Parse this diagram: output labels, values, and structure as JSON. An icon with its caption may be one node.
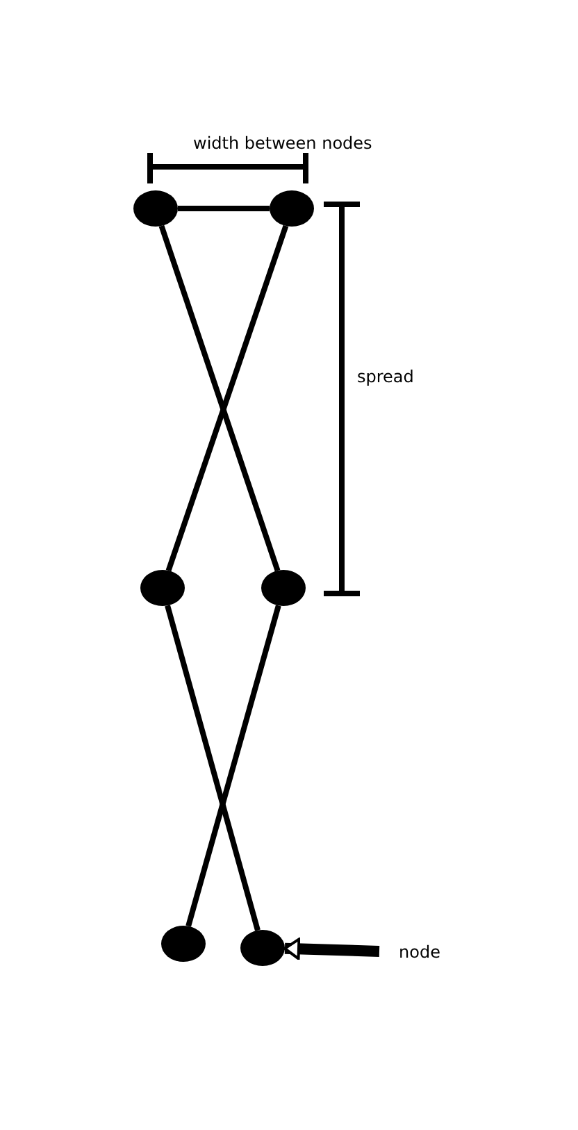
{
  "diagram": {
    "nodes": [
      {
        "text": [],
        "shape": "circle"
      },
      {
        "text": [],
        "shape": "circle"
      },
      {
        "text": [],
        "shape": "circle"
      },
      {
        "text": [],
        "shape": "circle"
      },
      {
        "text": [],
        "shape": "circle"
      },
      {
        "text": [],
        "shape": "circle"
      },
      {
        "text": [
          "node"
        ]
      }
    ],
    "edges": [
      {
        "from": 0,
        "to": 1,
        "arrow": "none"
      },
      {
        "from": 0,
        "to": 3,
        "arrow": "none"
      },
      {
        "from": 1,
        "to": 2,
        "arrow": "none"
      },
      {
        "from": 2,
        "to": 5,
        "arrow": "none"
      },
      {
        "from": 3,
        "to": 4,
        "arrow": "none"
      },
      {
        "from": 6,
        "to": 5,
        "arrow": "to",
        "style": "thick"
      }
    ],
    "labels": [
      "width between nodes",
      "spread"
    ]
  }
}
